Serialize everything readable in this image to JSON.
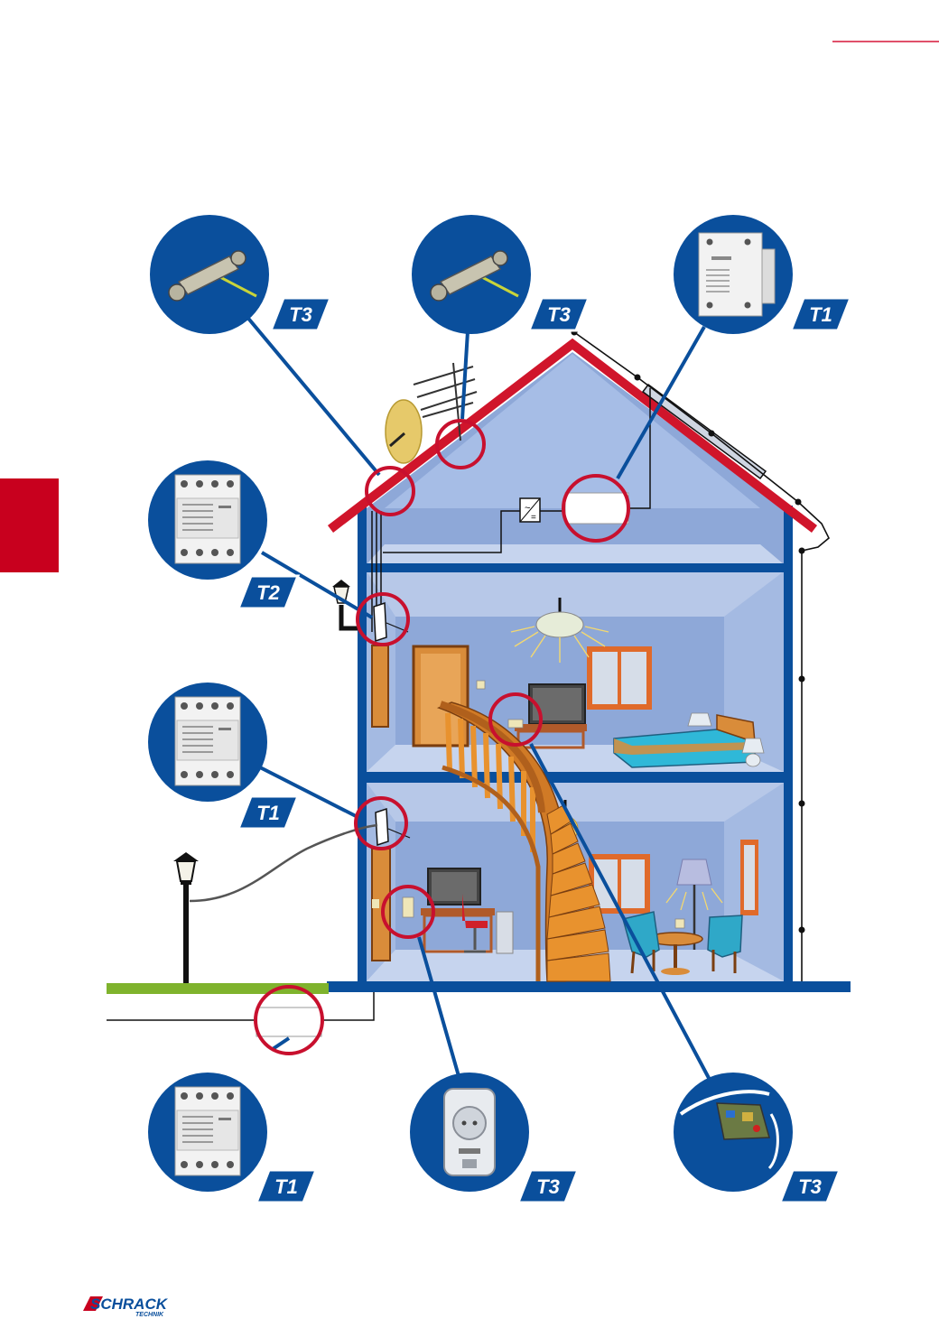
{
  "brand": {
    "name": "SCHRACK",
    "sub": "TECHNIK",
    "color": "#c8001e"
  },
  "colors": {
    "blue": "#0a4f9c",
    "roof_red": "#d0152b",
    "marker_red": "#c8102e",
    "wall": "#8ea8d8",
    "wall_light": "#b7c8e8",
    "ground_green": "#7fb32d"
  },
  "badges": [
    {
      "id": "roof-left",
      "icon": "coax-arrester-icon",
      "tag": "T3"
    },
    {
      "id": "roof-center",
      "icon": "coax-arrester-icon",
      "tag": "T3"
    },
    {
      "id": "roof-right",
      "icon": "pv-surge-module-icon",
      "tag": "T1"
    },
    {
      "id": "upper-left",
      "icon": "din-surge-module-icon",
      "tag": "T2"
    },
    {
      "id": "middle-left",
      "icon": "din-surge-module-icon",
      "tag": "T1"
    },
    {
      "id": "bottom-left",
      "icon": "din-surge-module-icon",
      "tag": "T1"
    },
    {
      "id": "bottom-center",
      "icon": "plug-adapter-icon",
      "tag": "T3"
    },
    {
      "id": "bottom-right",
      "icon": "socket-insert-icon",
      "tag": "T3"
    }
  ],
  "inverter": {
    "icon": "inverter-icon",
    "symbol_ac": "~",
    "symbol_dc": "="
  }
}
